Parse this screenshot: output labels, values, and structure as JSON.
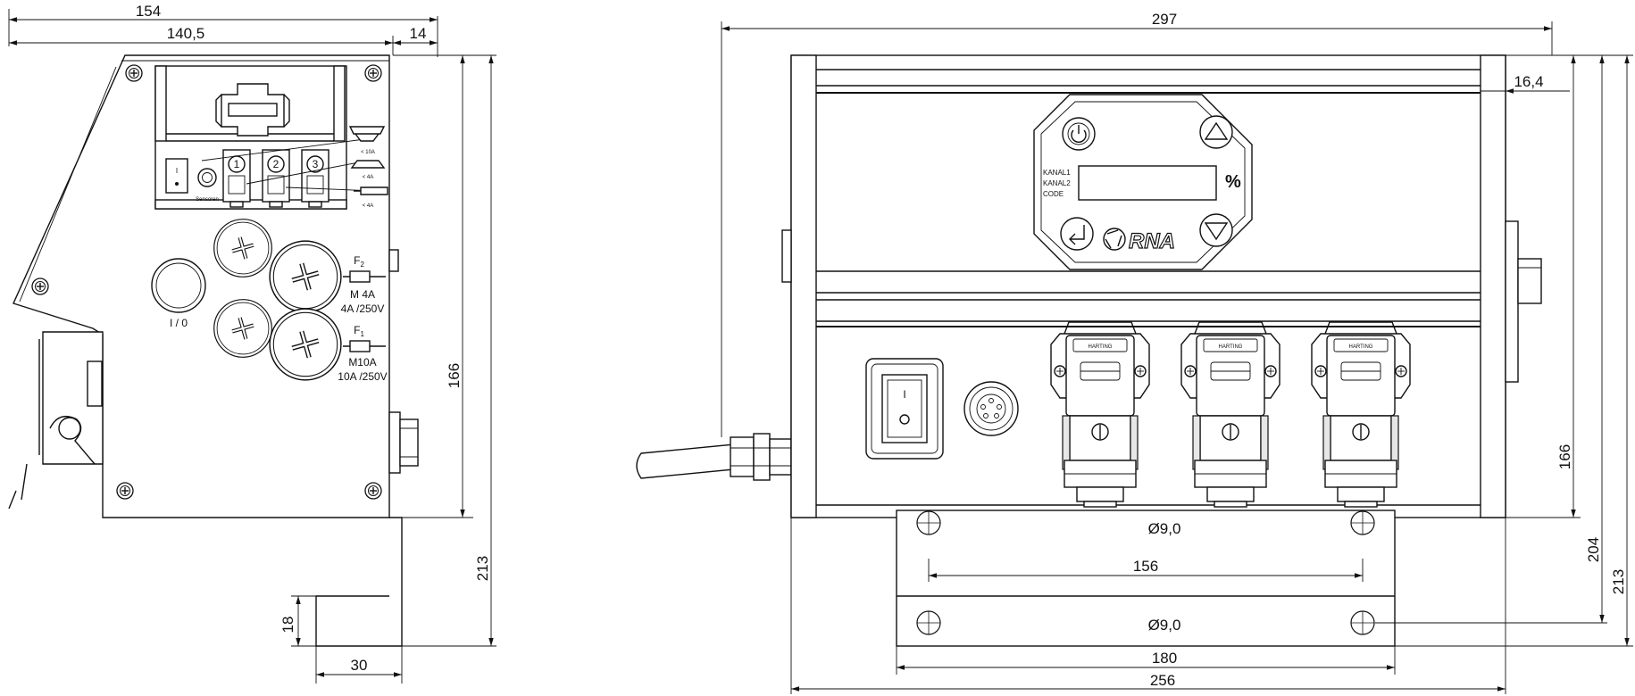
{
  "dimensions": {
    "side": {
      "overall_width": "154",
      "body_width": "140,5",
      "connector_depth": "14",
      "body_height": "166",
      "total_height": "213",
      "bracket_height": "18",
      "bracket_width": "30"
    },
    "front": {
      "overall_width": "297",
      "side_offset": "16,4",
      "body_height": "166",
      "height_to_hole": "204",
      "total_height": "213",
      "hole_top": "Ø9,0",
      "hole_spacing": "156",
      "hole_bottom": "Ø9,0",
      "bracket_width": "180",
      "body_width": "256"
    }
  },
  "side_panel": {
    "terminals": [
      "1",
      "2",
      "3"
    ],
    "sensor_label": "Sensoren",
    "power_labels": [
      "< 10A",
      "< 4A",
      "< 4A"
    ],
    "switch_label": "I / 0",
    "fuse_f2": {
      "name": "F",
      "sub": "2",
      "rating": "M 4A",
      "spec": "4A /250V"
    },
    "fuse_f1": {
      "name": "F",
      "sub": "1",
      "rating": "M10A",
      "spec": "10A /250V"
    }
  },
  "front_panel": {
    "display_labels": [
      "KANAL1",
      "KANAL2",
      "CODE"
    ],
    "unit": "%",
    "logo": "RNA",
    "connector_brand": "HARTING",
    "switch_mark": "I"
  }
}
